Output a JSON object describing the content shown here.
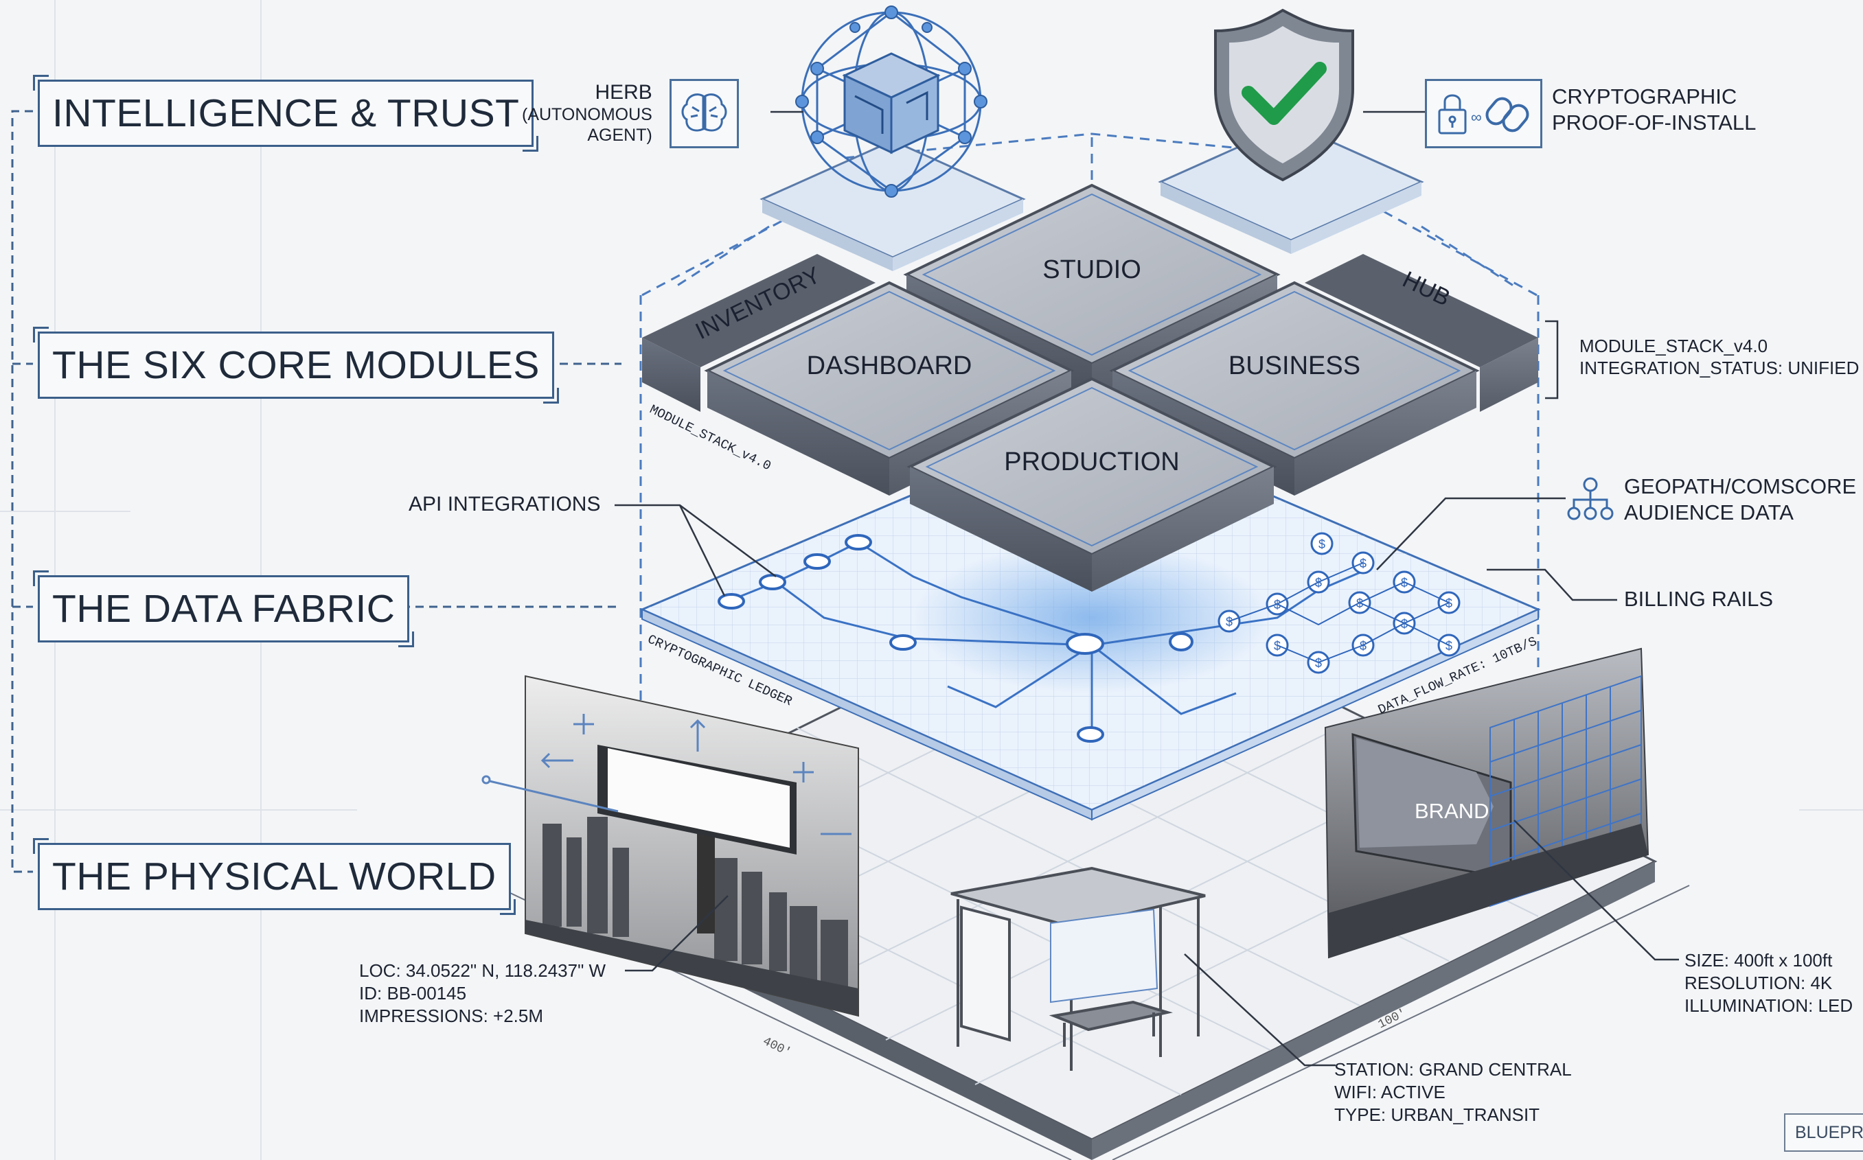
{
  "layers": {
    "intelligence": "INTELLIGENCE & TRUST",
    "modules": "THE SIX CORE MODULES",
    "data_fabric": "THE DATA FABRIC",
    "physical": "THE PHYSICAL WORLD"
  },
  "modules": {
    "studio": "STUDIO",
    "dashboard": "DASHBOARD",
    "business": "BUSINESS",
    "production": "PRODUCTION",
    "inventory": "INVENTORY",
    "hub": "HUB"
  },
  "annotations": {
    "herb": [
      "HERB",
      "(AUTONOMOUS",
      "AGENT)"
    ],
    "crypto": [
      "CRYPTOGRAPHIC",
      "PROOF-OF-INSTALL"
    ],
    "module_stack": [
      "MODULE_STACK_v4.0",
      "INTEGRATION_STATUS: UNIFIED"
    ],
    "module_stack_tag": "MODULE_STACK_v4.0",
    "api": "API INTEGRATIONS",
    "audience": [
      "GEOPATH/COMSCORE",
      "AUDIENCE DATA"
    ],
    "billing": "BILLING RAILS",
    "billboard": [
      "LOC: 34.0522\" N, 118.2437\" W",
      "ID: BB-00145",
      "IMPRESSIONS: +2.5M"
    ],
    "led": [
      "SIZE: 400ft x 100ft",
      "RESOLUTION: 4K",
      "ILLUMINATION: LED"
    ],
    "station": [
      "STATION: GRAND CENTRAL",
      "WIFI: ACTIVE",
      "TYPE: URBAN_TRANSIT"
    ],
    "brand": "BRAND",
    "fabric_tag_left": "CRYPTOGRAPHIC LEDGER",
    "fabric_tag_right": "DATA_FLOW_RATE: 10TB/S",
    "blueprint": "BLUEPR"
  },
  "icons": [
    "brain-icon",
    "lock-icon",
    "chain-link-icon",
    "shield-check-icon",
    "org-chart-icon",
    "cube-icon"
  ]
}
